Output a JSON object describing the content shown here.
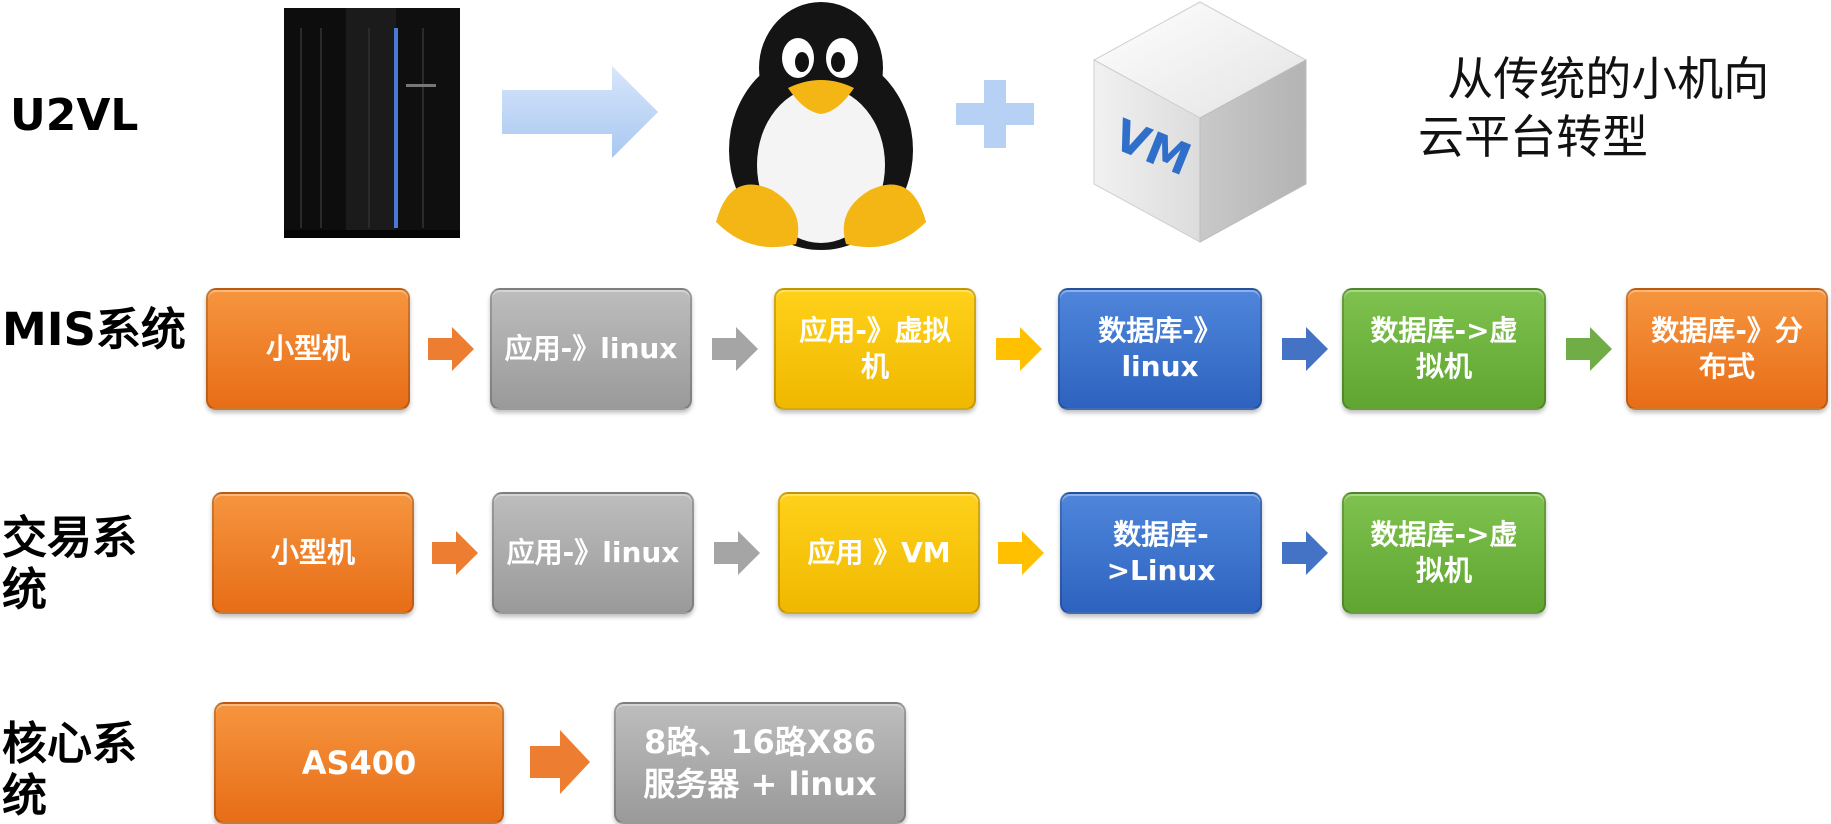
{
  "header": {
    "title": "U2VL",
    "tagline": "  从传统的小机向\n云平台转型",
    "images": [
      {
        "icon": "mainframe-server-icon"
      },
      {
        "icon": "right-arrow-icon"
      },
      {
        "icon": "linux-penguin-icon"
      },
      {
        "icon": "plus-icon"
      },
      {
        "icon": "vm-cube-icon",
        "label": "VM"
      }
    ]
  },
  "rows": [
    {
      "label": "MIS系统",
      "steps": [
        {
          "text": "小型机",
          "color": "#ed7d31"
        },
        {
          "text": "应用-》linux",
          "color": "#a5a5a5"
        },
        {
          "text": "应用-》虚拟\n机",
          "color": "#ffc000"
        },
        {
          "text": "数据库-》\nlinux",
          "color": "#4472c4"
        },
        {
          "text": "数据库->虚\n拟机",
          "color": "#70ad47"
        },
        {
          "text": "数据库-》分\n布式",
          "color": "#ed7d31"
        }
      ]
    },
    {
      "label": "交易系\n统",
      "steps": [
        {
          "text": "小型机",
          "color": "#ed7d31"
        },
        {
          "text": "应用-》linux",
          "color": "#a5a5a5"
        },
        {
          "text": "应用 》VM",
          "color": "#ffc000"
        },
        {
          "text": "数据库-\n>Linux",
          "color": "#4472c4"
        },
        {
          "text": "数据库->虚\n拟机",
          "color": "#70ad47"
        }
      ]
    },
    {
      "label": "核心系\n统",
      "steps": [
        {
          "text": "AS400",
          "color": "#ed7d31"
        },
        {
          "text": "8路、16路X86\n服务器 + linux",
          "color": "#a5a5a5"
        }
      ]
    }
  ]
}
